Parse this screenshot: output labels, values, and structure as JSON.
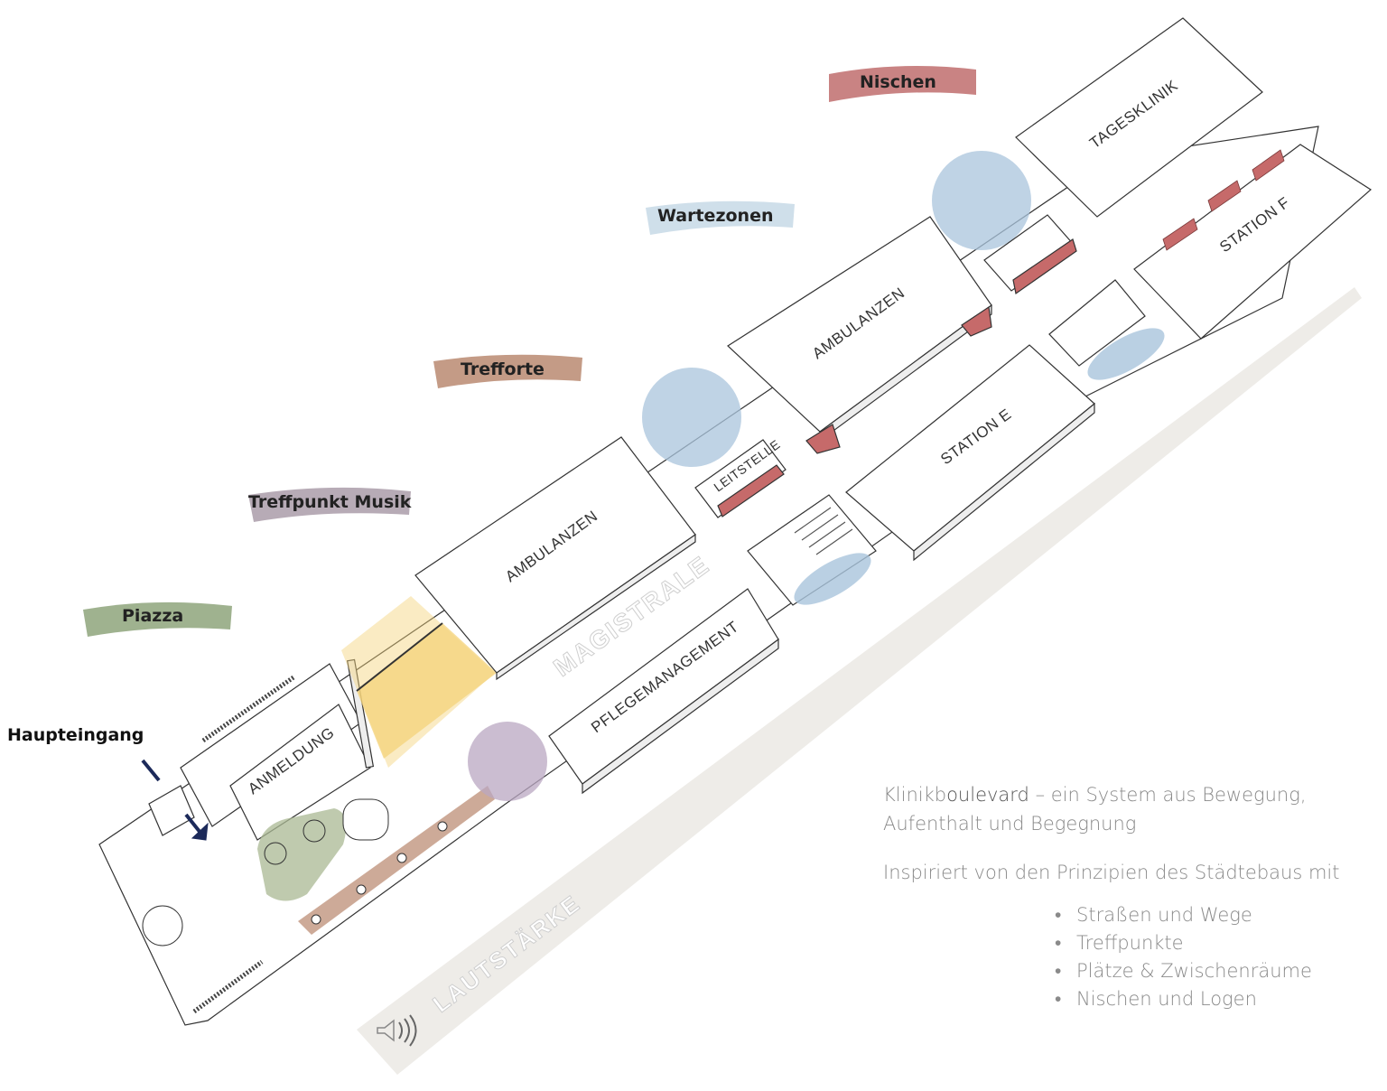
{
  "zones": {
    "nischen": {
      "label": "Nischen",
      "color": "#c98383"
    },
    "wartezonen": {
      "label": "Wartezonen",
      "color": "#cfdfea"
    },
    "trefforte": {
      "label": "Trefforte",
      "color": "#c49b86"
    },
    "treffpunkt_musik": {
      "label": "Treffpunkt Musik",
      "color": "#b7abb6"
    },
    "piazza": {
      "label": "Piazza",
      "color": "#9fb28f"
    }
  },
  "entrance": {
    "label": "Haupteingang"
  },
  "rooms": {
    "tagesklinik": "TAGESKLINIK",
    "station_f": "STATION F",
    "ambulanzen_1": "AMBULANZEN",
    "ambulanzen_2": "AMBULANZEN",
    "station_e": "STATION E",
    "leitstelle": "LEITSTELLE",
    "pflegemanagement": "PFLEGEMANAGEMENT",
    "anmeldung": "ANMELDUNG"
  },
  "magistrale": "MAGISTRALE",
  "lautstaerke": "LAUTSTÄRKE",
  "caption": {
    "line1_a": "Klinikb",
    "line1_b": "oulevard",
    "line1_c": " – ein System aus Bewegung,",
    "line2": "Aufenthalt und Begegnung",
    "intro": "Inspiriert von den Prinzipien des Städtebaus mit",
    "bullets": [
      "Straßen und Wege",
      "Treffpunkte",
      "Plätze & Zwischenräume",
      "Nischen und Logen"
    ]
  },
  "colors": {
    "wait_blue": "#a9c4dc",
    "music_purple": "#b9a7c2",
    "piazza_green": "#a9b893",
    "treff_yellow": "#f4d37a",
    "niche_red": "#c66a6a",
    "line": "#333333"
  }
}
